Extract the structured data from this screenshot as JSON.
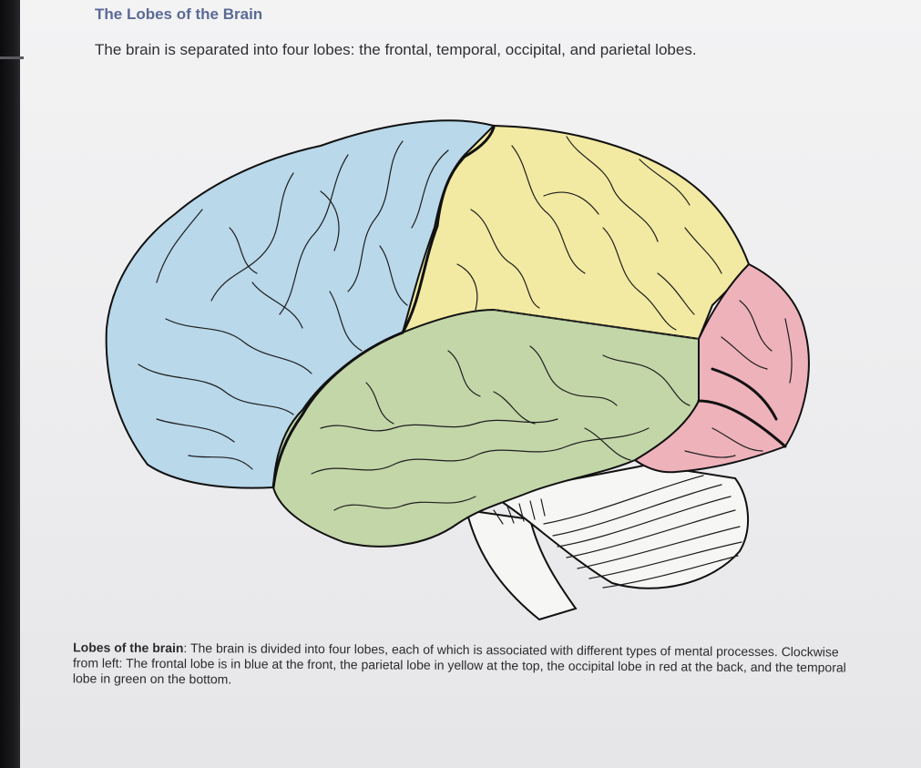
{
  "heading": "The Lobes of the Brain",
  "intro": "The brain is separated into four lobes: the frontal, temporal, occipital, and parietal lobes.",
  "caption": {
    "label": "Lobes of the brain",
    "text": ": The brain is divided into four lobes, each of which is associated with different types of mental processes. Clockwise from left: The frontal lobe is in blue at the front, the parietal lobe in yellow at the top, the occipital lobe in red at the back, and the temporal lobe in green on the bottom."
  },
  "colors": {
    "frontal": "#b9d8ea",
    "parietal": "#f2eaa2",
    "occipital": "#eeb2bb",
    "temporal": "#c3d6a8",
    "cerebellum": "#f6f6f4",
    "heading": "#5b6a95"
  }
}
